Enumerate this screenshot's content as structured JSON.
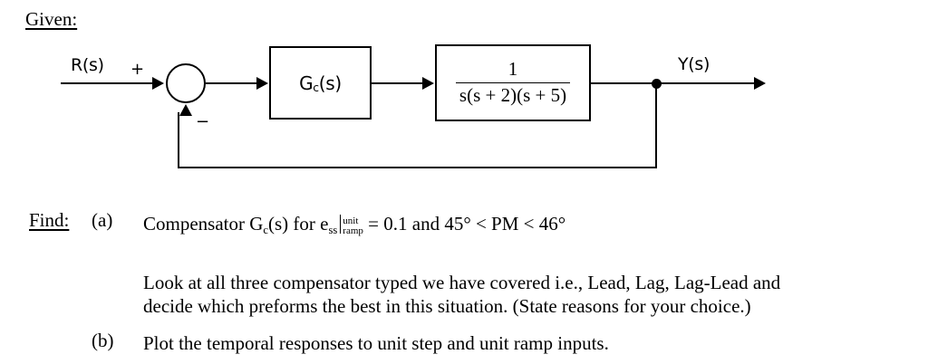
{
  "document": {
    "given_heading": "Given:",
    "find_heading": "Find:"
  },
  "diagram": {
    "input_label": "R(s)",
    "output_label": "Y(s)",
    "plus_sign": "+",
    "minus_sign": "−",
    "controller_block": {
      "label_main": "G",
      "label_sub": "c",
      "label_tail": "(s)",
      "label_full": "Gc(s)"
    },
    "plant_block": {
      "numerator": "1",
      "denominator": "s(s + 2)(s + 5)",
      "transfer_function": "1 / [s(s + 2)(s + 5)]"
    }
  },
  "questions": [
    {
      "marker": "(a)",
      "text_before": "Compensator G",
      "text_sub": "c",
      "text_after": "(s) for",
      "ess_var": "e",
      "ess_sub": "ss",
      "ess_cond_top": "unit",
      "ess_cond_bottom": "ramp",
      "ess_value": "= 0.1 and 45° < PM < 46°",
      "body_line_1": "Look at all three compensator typed we have covered i.e., Lead, Lag, Lag-Lead and",
      "body_line_2": "decide which preforms the best in this situation. (State reasons for your choice.)"
    },
    {
      "marker": "(b)",
      "text": "Plot the temporal responses to unit step and unit ramp inputs."
    }
  ],
  "colors": {
    "background": "#ffffff",
    "ink": "#000000"
  }
}
